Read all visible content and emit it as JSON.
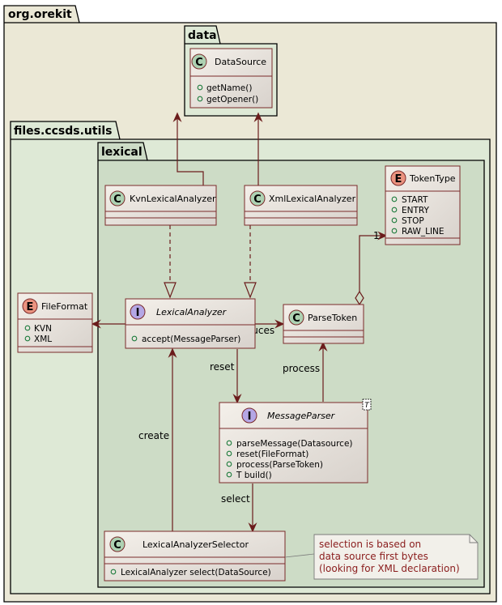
{
  "packages": {
    "root": "org.orekit",
    "data": "data",
    "utils": "files.ccsds.utils",
    "lexical": "lexical"
  },
  "classes": {
    "datasource": {
      "stereotype": "C",
      "name": "DataSource",
      "members": [
        "getName()",
        "getOpener()"
      ]
    },
    "tokentype": {
      "stereotype": "E",
      "name": "TokenType",
      "members": [
        "START",
        "ENTRY",
        "STOP",
        "RAW_LINE"
      ]
    },
    "kvn": {
      "stereotype": "C",
      "name": "KvnLexicalAnalyzer"
    },
    "xml": {
      "stereotype": "C",
      "name": "XmlLexicalAnalyzer"
    },
    "fileformat": {
      "stereotype": "E",
      "name": "FileFormat",
      "members": [
        "KVN",
        "XML"
      ]
    },
    "lexicalanalyzer": {
      "stereotype": "I",
      "name": "LexicalAnalyzer",
      "members": [
        "accept(MessageParser)"
      ]
    },
    "parsetoken": {
      "stereotype": "C",
      "name": "ParseToken"
    },
    "messageparser": {
      "stereotype": "I",
      "name": "MessageParser",
      "generic": "T",
      "members": [
        "parseMessage(Datasource)",
        "reset(FileFormat)",
        "process(ParseToken)",
        "T build()"
      ]
    },
    "selector": {
      "stereotype": "C",
      "name": "LexicalAnalyzerSelector",
      "members": [
        "LexicalAnalyzer select(DataSource)"
      ]
    }
  },
  "edges": {
    "produces": "produces",
    "reset": "reset",
    "process": "process",
    "create": "create",
    "select": "select",
    "multiplicity": "1"
  },
  "note": {
    "lines": [
      "selection is based on",
      "data source first bytes",
      "(looking for XML declaration)"
    ]
  },
  "colors": {
    "root_bg": "#ebe8d6",
    "utils_bg": "#dee9d6",
    "lexical_bg": "#cddcc6",
    "class_bg": "#f1ece6",
    "class_border": "#7a2a2a",
    "edge": "#6b1c1c",
    "badge_class": "#add1b2",
    "badge_enum": "#eb937f",
    "badge_interface": "#b4a7e5",
    "note_bg": "#f2f0ea"
  }
}
